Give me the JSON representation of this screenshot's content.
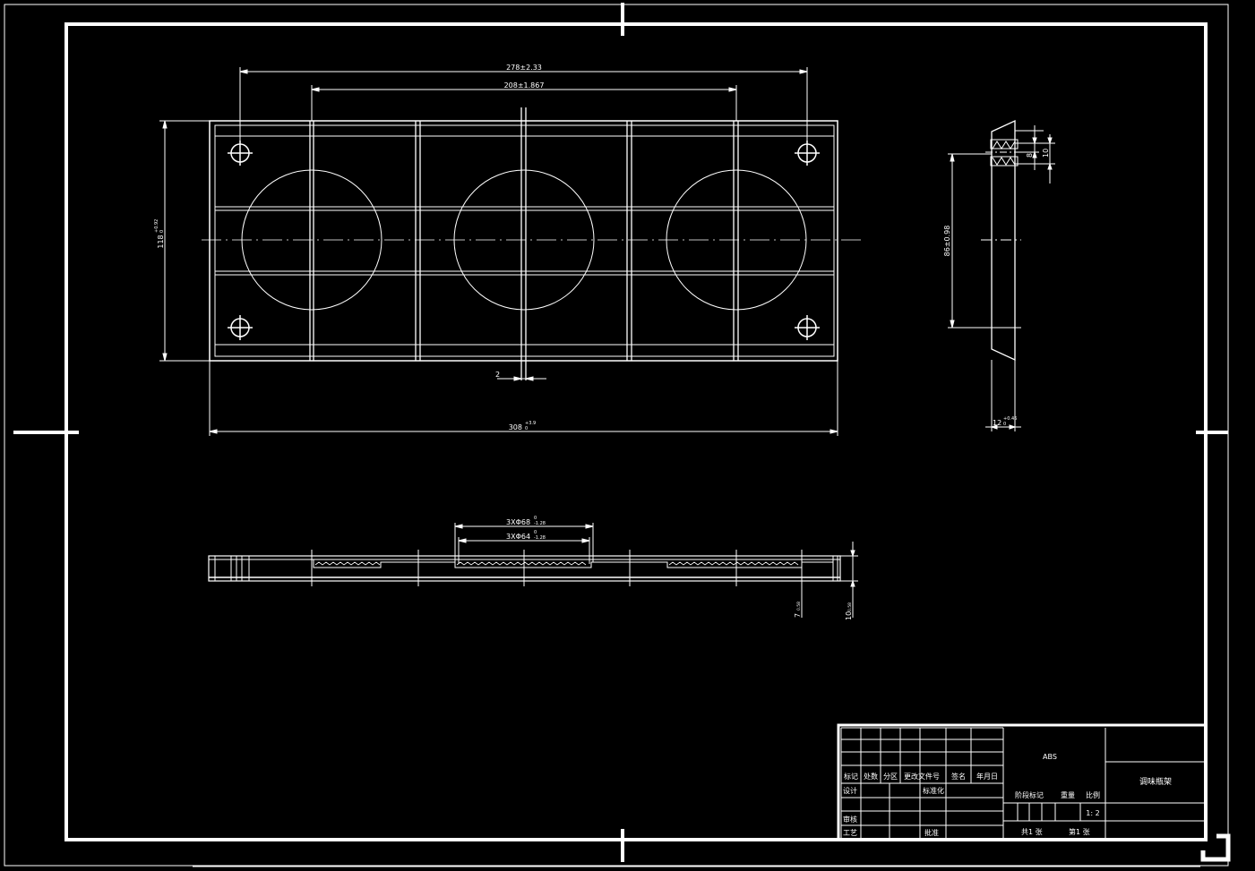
{
  "colors": {
    "background": "#000000",
    "line": "#ffffff"
  },
  "dimensions": {
    "overall_top": "278±2.33",
    "inner_top": "208±1.867",
    "height_main": "118",
    "height_main_tol_upper": "+0.92",
    "height_main_tol_lower": "0",
    "rib_thickness": "2",
    "overall_width": "308",
    "overall_width_tol_upper": "+3.9",
    "overall_width_tol_lower": "0",
    "side_height": "86±0.98",
    "side_thickness": "12",
    "side_thickness_tol_upper": "+0.46",
    "side_thickness_tol_lower": "0",
    "side_top_small": "8",
    "side_top_large": "10",
    "hole_outer": "3XΦ68",
    "hole_outer_tol_upper": "0",
    "hole_outer_tol_lower": "-1.28",
    "hole_inner": "3XΦ64",
    "hole_inner_tol_upper": "0",
    "hole_inner_tol_lower": "-1.28",
    "section_h1": "7",
    "section_h1_tol": "0.58",
    "section_h2": "10",
    "section_h2_tol": "0.58"
  },
  "title_block": {
    "material": "ABS",
    "part_name": "调味瓶架",
    "headers": [
      "标记",
      "处数",
      "分区",
      "更改文件号",
      "签名",
      "年月日"
    ],
    "design": "设计",
    "standardization": "标准化",
    "review": "审核",
    "process": "工艺",
    "approve": "批准",
    "stage_mark": "阶段标记",
    "weight": "重量",
    "scale_label": "比例",
    "scale": "1: 2",
    "sheets_total": "共1 张",
    "sheet_no": "第1 张"
  }
}
